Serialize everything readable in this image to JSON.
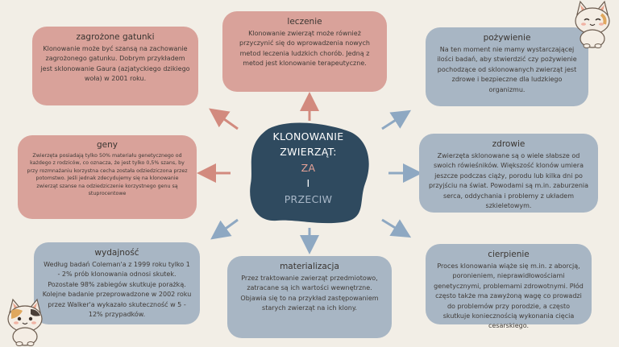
{
  "center": {
    "line1": "KLONOWANIE",
    "line2": "ZWIERZĄT:",
    "line3": "ZA",
    "line4": "I",
    "line5": "PRZECIW"
  },
  "cards": {
    "zagrozone": {
      "title": "zagrożone gatunki",
      "body": "Klonowanie może być szansą na zachowanie zagrożonego gatunku. Dobrym przykładem jest sklonowanie Gaura (azjatyckiego dzikiego woła) w 2001 roku."
    },
    "leczenie": {
      "title": "leczenie",
      "body": "Klonowanie zwierząt może również przyczynić się do wprowadzenia nowych metod leczenia ludzkich chorób. Jedną z metod jest klonowanie terapeutyczne."
    },
    "pozywienie": {
      "title": "pożywienie",
      "body": "Na ten moment nie mamy wystarczającej ilości badań, aby stwierdzić czy pożywienie pochodzące od sklonowanych zwierząt jest zdrowe i bezpieczne dla ludzkiego organizmu."
    },
    "geny": {
      "title": "geny",
      "body": "Zwierzęta posiadają tylko 50% materiału genetycznego od każdego z rodziców, co oznacza, że jest tylko 0,5% szans, by przy rozmnażaniu korzystna cecha została odziedziczona przez potomstwo. Jeśli jednak zdecydujemy się na klonowanie zwierząt szanse na odziedziczenie korzystnego genu są stuprocentowe"
    },
    "zdrowie": {
      "title": "zdrowie",
      "body": "Zwierzęta sklonowane są o wiele słabsze od swoich rówieśników. Większość klonów umiera jeszcze podczas ciąży, porodu lub kilka dni po przyjściu na świat. Powodami są m.in. zaburzenia serca, oddychania i problemy z układem szkieletowym."
    },
    "wydajnosc": {
      "title": "wydajność",
      "body": "Według badań Coleman'a z 1999 roku tylko 1 - 2% prób klonowania odnosi skutek. Pozostałe 98% zabiegów skutkuje porażką. Kolejne badanie przeprowadzone w 2002 roku przez Walker'a wykazało skuteczność w 5 - 12% przypadków."
    },
    "materializacja": {
      "title": "materializacja",
      "body": "Przez traktowanie zwierząt przedmiotowo, zatracane są ich wartości wewnętrzne. Objawia się to na przykład zastępowaniem starych zwierząt na ich klony."
    },
    "cierpienie": {
      "title": "cierpienie",
      "body": "Proces klonowania wiąże się m.in. z aborcją, poronieniem, nieprawidłowościami genetycznymi, problemami zdrowotnymi. Płód często także ma zawyżoną wagę co prowadzi do problemów przy porodzie, a często skutkuje koniecznością wykonania cięcia cesarskiego."
    }
  },
  "colors": {
    "background": "#f2eee6",
    "pro_card": "#d9a29a",
    "con_card": "#a8b6c4",
    "center_blob": "#2f4a5f",
    "pro_arrow": "#d28a7e",
    "con_arrow": "#8ea8c2"
  },
  "icons": [
    "cat-icon-top-right",
    "cat-icon-bottom-left"
  ]
}
